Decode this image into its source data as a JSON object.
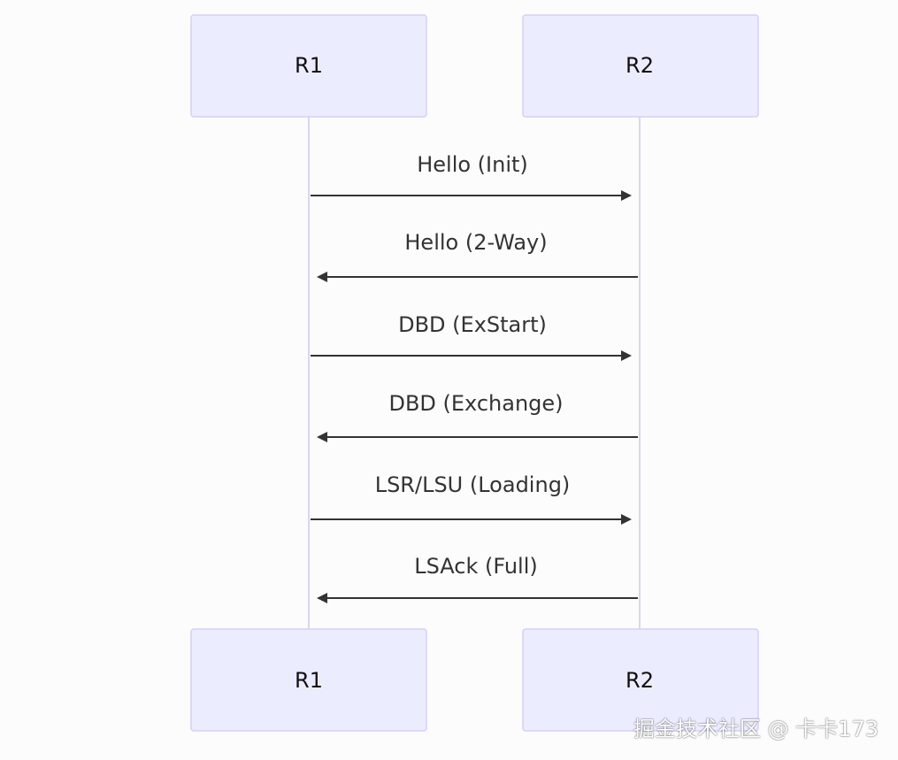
{
  "diagram": {
    "type": "sequence",
    "participants": [
      {
        "id": "R1",
        "label": "R1"
      },
      {
        "id": "R2",
        "label": "R2"
      }
    ],
    "messages": [
      {
        "from": "R1",
        "to": "R2",
        "label": "Hello (Init)"
      },
      {
        "from": "R2",
        "to": "R1",
        "label": "Hello (2-Way)"
      },
      {
        "from": "R1",
        "to": "R2",
        "label": "DBD (ExStart)"
      },
      {
        "from": "R2",
        "to": "R1",
        "label": "DBD (Exchange)"
      },
      {
        "from": "R1",
        "to": "R2",
        "label": "LSR/LSU (Loading)"
      },
      {
        "from": "R2",
        "to": "R1",
        "label": "LSAck (Full)"
      }
    ]
  },
  "watermark": {
    "text": "掘金技术社区 @ 卡卡173"
  },
  "colors": {
    "actor_fill": "#ececff",
    "actor_border": "#d4d0f5",
    "lifeline": "#d8d6ef",
    "arrow": "#333333"
  }
}
